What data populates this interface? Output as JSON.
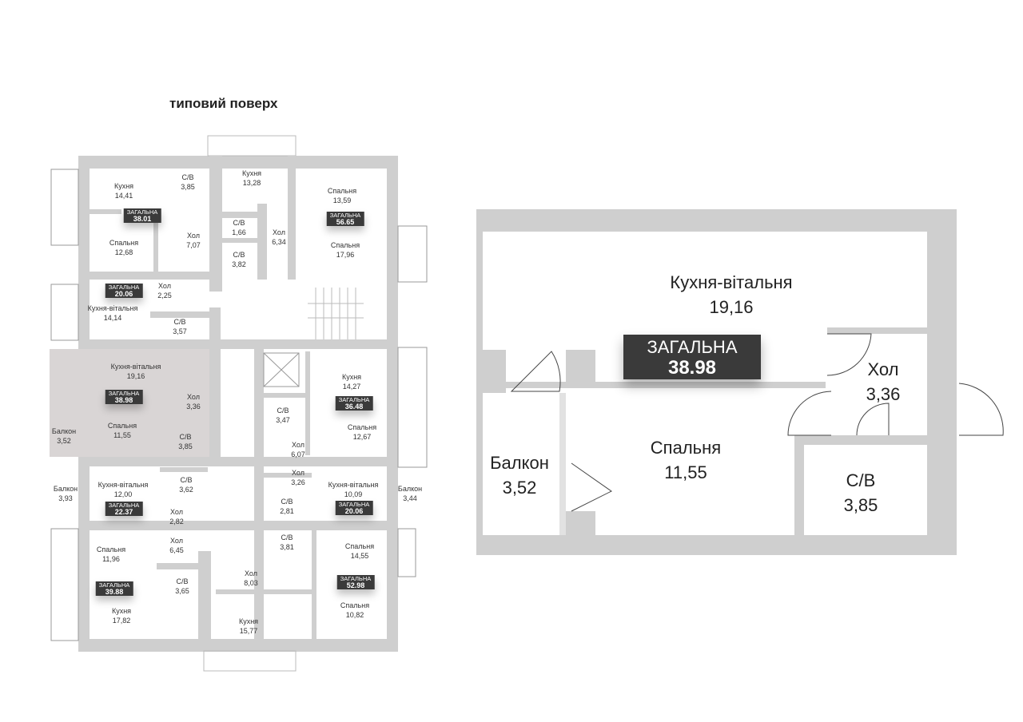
{
  "title": "типовий поверх",
  "badge_label": "ЗАГАЛЬНА",
  "floor_rooms": [
    {
      "name": "Кухня",
      "area": "14,41"
    },
    {
      "name": "С/В",
      "area": "3,85"
    },
    {
      "name": "Кухня",
      "area": "13,28"
    },
    {
      "name": "Спальня",
      "area": "13,59"
    },
    {
      "name": "С/В",
      "area": "1,66"
    },
    {
      "name": "Хол",
      "area": "6,34"
    },
    {
      "name": "Хол",
      "area": "7,07"
    },
    {
      "name": "Спальня",
      "area": "12,68"
    },
    {
      "name": "Спальня",
      "area": "17,96"
    },
    {
      "name": "С/В",
      "area": "3,82"
    },
    {
      "name": "Хол",
      "area": "2,25"
    },
    {
      "name": "Кухня-вітальня",
      "area": "14,14"
    },
    {
      "name": "С/В",
      "area": "3,57"
    },
    {
      "name": "Кухня-вітальня",
      "area": "19,16"
    },
    {
      "name": "Хол",
      "area": "3,36"
    },
    {
      "name": "Спальня",
      "area": "11,55"
    },
    {
      "name": "Балкон",
      "area": "3,52"
    },
    {
      "name": "С/В",
      "area": "3,85"
    },
    {
      "name": "Кухня",
      "area": "14,27"
    },
    {
      "name": "С/В",
      "area": "3,47"
    },
    {
      "name": "Спальня",
      "area": "12,67"
    },
    {
      "name": "Хол",
      "area": "6,07"
    },
    {
      "name": "Хол",
      "area": "3,26"
    },
    {
      "name": "Кухня-вітальня",
      "area": "12,00"
    },
    {
      "name": "С/В",
      "area": "3,62"
    },
    {
      "name": "Балкон",
      "area": "3,93"
    },
    {
      "name": "Кухня-вітальня",
      "area": "10,09"
    },
    {
      "name": "Балкон",
      "area": "3,44"
    },
    {
      "name": "С/В",
      "area": "2,81"
    },
    {
      "name": "Хол",
      "area": "2,82"
    },
    {
      "name": "С/В",
      "area": "3,81"
    },
    {
      "name": "Спальня",
      "area": "14,55"
    },
    {
      "name": "Хол",
      "area": "6,45"
    },
    {
      "name": "Спальня",
      "area": "11,96"
    },
    {
      "name": "С/В",
      "area": "3,65"
    },
    {
      "name": "Хол",
      "area": "8,03"
    },
    {
      "name": "Спальня",
      "area": "10,82"
    },
    {
      "name": "Кухня",
      "area": "17,82"
    },
    {
      "name": "Кухня",
      "area": "15,77"
    }
  ],
  "floor_totals": [
    "38.01",
    "56.65",
    "20.06",
    "38.98",
    "36.48",
    "22.37",
    "20.06",
    "39.88",
    "52.98"
  ],
  "selected_apartment": {
    "total": "38.98",
    "rooms": [
      {
        "name": "Кухня-вітальня",
        "area": "19,16"
      },
      {
        "name": "Хол",
        "area": "3,36"
      },
      {
        "name": "Балкон",
        "area": "3,52"
      },
      {
        "name": "Спальня",
        "area": "11,55"
      },
      {
        "name": "С/В",
        "area": "3,85"
      }
    ]
  },
  "colors": {
    "wall": "#cfcfcf",
    "highlight": "#d9d5d5",
    "badge": "#3a3a3a"
  }
}
